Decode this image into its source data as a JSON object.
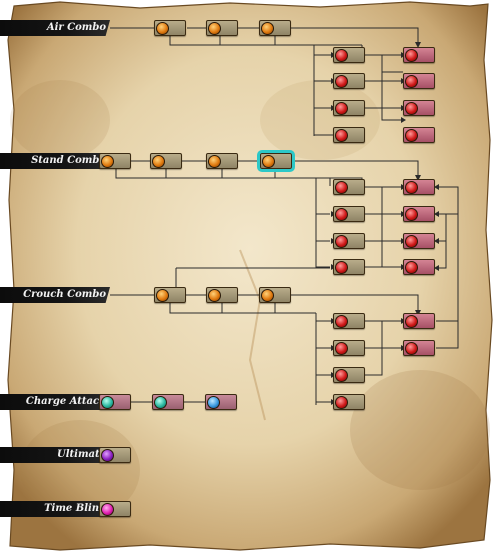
{
  "labels": {
    "air": "Air Combo",
    "stand": "Stand Combo",
    "crouch": "Crouch Combo",
    "charge": "Charge Attack",
    "ultimate": "Ultimate",
    "blink": "Time Blink"
  },
  "colors": {
    "line": "#2b2b2b",
    "selection": "#2cc8c8",
    "banner": "#111111",
    "parchment": "#e9d9b6"
  },
  "icons": {
    "air": "orange-fire-gem-icon",
    "stand": "orange-fire-gem-icon",
    "crouch": "orange-fire-gem-icon",
    "branch": "red-orb-gem-icon",
    "charge": "teal-figure-gem-icon",
    "ultimate": "purple-orb-gem-icon",
    "blink": "magenta-orb-gem-icon"
  }
}
